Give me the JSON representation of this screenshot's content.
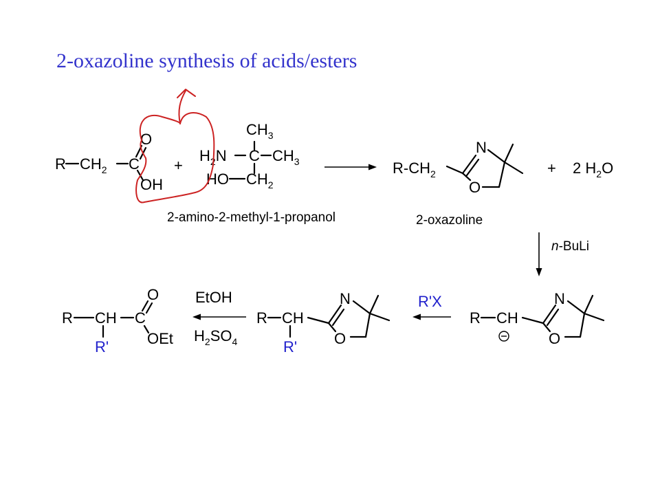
{
  "title": "2-oxazoline synthesis of acids/esters",
  "colors": {
    "title": "#3333cc",
    "annotation": "#cc2222",
    "substituent": "#2020cc",
    "ink": "#000000"
  },
  "labels": {
    "aminoalcohol_name": "2-amino-2-methyl-1-propanol",
    "oxazoline_name": "2-oxazoline",
    "plus": "+",
    "water_coef": "2",
    "step_base": "n-BuLi",
    "step_alkyl": "R'X",
    "step_ester_top": "EtOH",
    "step_ester_bottom": "H2SO4"
  },
  "atoms": {
    "R": "R",
    "CH": "CH",
    "CH2": "CH",
    "C": "C",
    "O": "O",
    "OH": "OH",
    "N": "N",
    "H": "H",
    "HO": "HO",
    "CH3": "CH",
    "Rp": "R'",
    "OEt": "OEt",
    "H2O": "H",
    "sub2": "2",
    "sub3": "3",
    "sub4": "4"
  }
}
